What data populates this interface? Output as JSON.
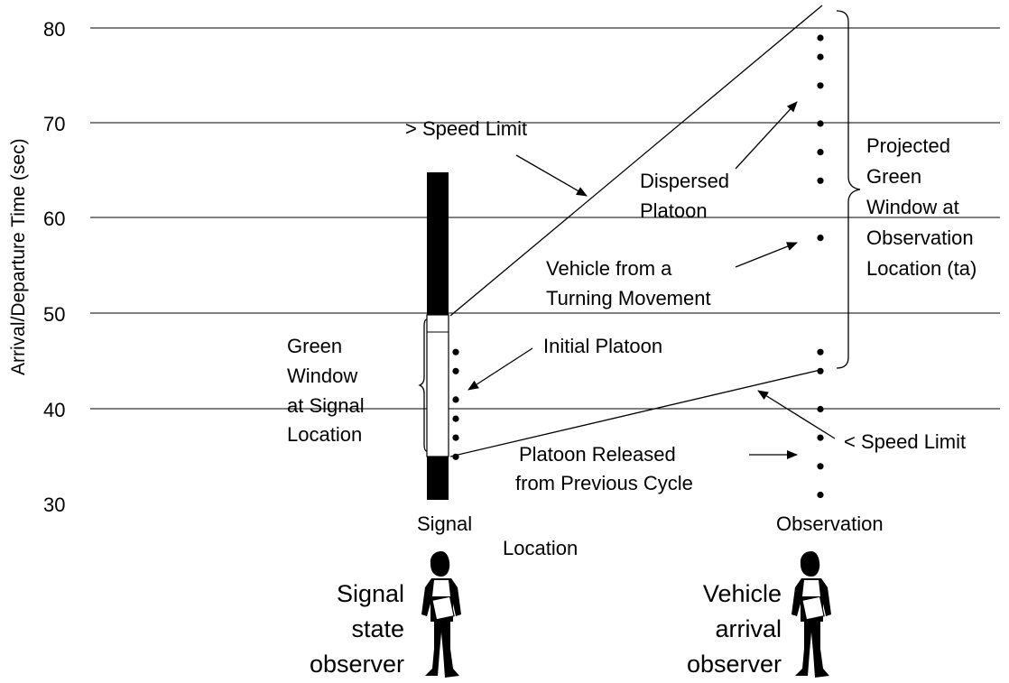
{
  "y_axis": {
    "label": "Arrival/Departure Time (sec)",
    "ticks": [
      "80",
      "70",
      "60",
      "50",
      "40",
      "30"
    ]
  },
  "labels": {
    "speed_limit_high": "> Speed Limit",
    "dispersed_platoon": [
      "Dispersed",
      "Platoon"
    ],
    "projected_green_window": [
      "Projected",
      "Green",
      "Window at",
      "Observation",
      "Location (ta)"
    ],
    "vehicle_turning": [
      "Vehicle from a",
      "Turning Movement"
    ],
    "green_window_signal": [
      "Green",
      "Window",
      "at Signal",
      "Location"
    ],
    "initial_platoon": "Initial Platoon",
    "speed_limit_low": "< Speed Limit",
    "platoon_released": [
      "Platoon Released",
      "from Previous Cycle"
    ],
    "signal": "Signal",
    "location": "Location",
    "observation": "Observation"
  },
  "observers": {
    "signal_observer": [
      "Signal",
      "state",
      "observer"
    ],
    "vehicle_observer": [
      "Vehicle",
      "arrival",
      "observer"
    ]
  },
  "signal_arrivals_sec": [
    46,
    44,
    41,
    39,
    37,
    35
  ],
  "observation_arrivals_sec": [
    79,
    77,
    74,
    70,
    67,
    64,
    58,
    46,
    44,
    40,
    37,
    34,
    31
  ],
  "colors": {
    "ink": "#000000",
    "background": "#ffffff"
  }
}
